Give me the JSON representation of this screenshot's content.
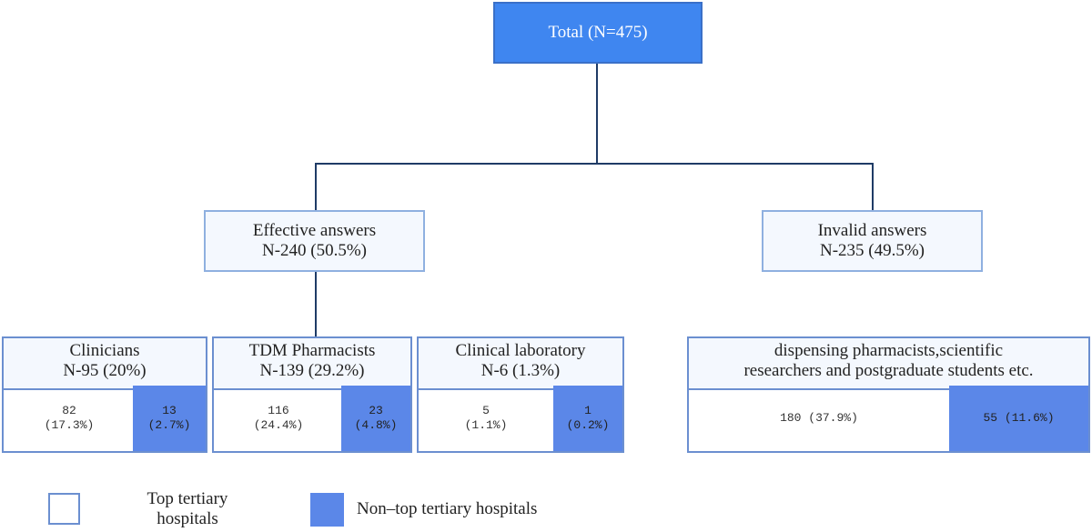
{
  "total": {
    "label": "Total (N=475)"
  },
  "effective": {
    "title": "Effective answers",
    "count": "N-240 (50.5%)"
  },
  "invalid": {
    "title": "Invalid answers",
    "count": "N-235 (49.5%)"
  },
  "groups": [
    {
      "name": "Clinicians",
      "count": "N-95 (20%)",
      "top_value": "82",
      "top_pct": "(17.3%)",
      "non_value": "13",
      "non_pct": "(2.7%)"
    },
    {
      "name": "TDM Pharmacists",
      "count": "N-139 (29.2%)",
      "top_value": "116",
      "top_pct": "(24.4%)",
      "non_value": "23",
      "non_pct": "(4.8%)"
    },
    {
      "name": "Clinical laboratory",
      "count": "N-6 (1.3%)",
      "top_value": "5",
      "top_pct": "(1.1%)",
      "non_value": "1",
      "non_pct": "(0.2%)"
    },
    {
      "name": "dispensing pharmacists,scientific",
      "count": "researchers and postgraduate students etc.",
      "top_value": "180 (37.9%)",
      "non_value": "55 (11.6%)"
    }
  ],
  "legend": {
    "top_line1": "Top tertiary",
    "top_line2": "hospitals",
    "non_top": "Non–top tertiary hospitals"
  },
  "colors": {
    "accent": "#3f86f0",
    "non_top_fill": "#5b87e8",
    "connector": "#1f3b66",
    "node_border": "#8fb0e0"
  }
}
